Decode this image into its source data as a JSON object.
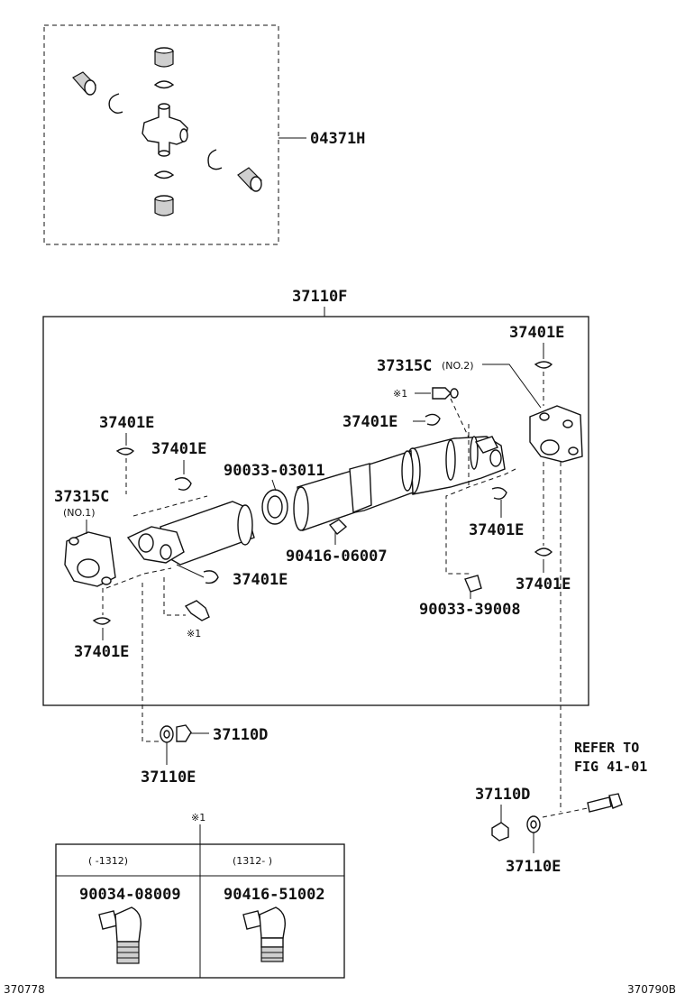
{
  "labels": {
    "kit": "04371H",
    "shaft_assy": "37110F",
    "yoke_no2": "37315C",
    "yoke_no2_note": "(NO.2)",
    "yoke_no1": "37315C",
    "yoke_no1_note": "(NO.1)",
    "snap_ring": "37401E",
    "washer_seal": "90033-03011",
    "grease_fitting_mid": "90416-06007",
    "plug": "90033-39008",
    "nut": "37110D",
    "washer": "37110E",
    "refer_line1": "REFER TO",
    "refer_line2": "FIG 41-01",
    "note_mark": "※1"
  },
  "table": {
    "ref_mark": "※1",
    "columns": [
      {
        "period": "(      -1312)",
        "part": "90034-08009"
      },
      {
        "period": "(1312-      )",
        "part": "90416-51002"
      }
    ]
  },
  "footer": {
    "left_code": "370778",
    "right_code": "370790B"
  }
}
